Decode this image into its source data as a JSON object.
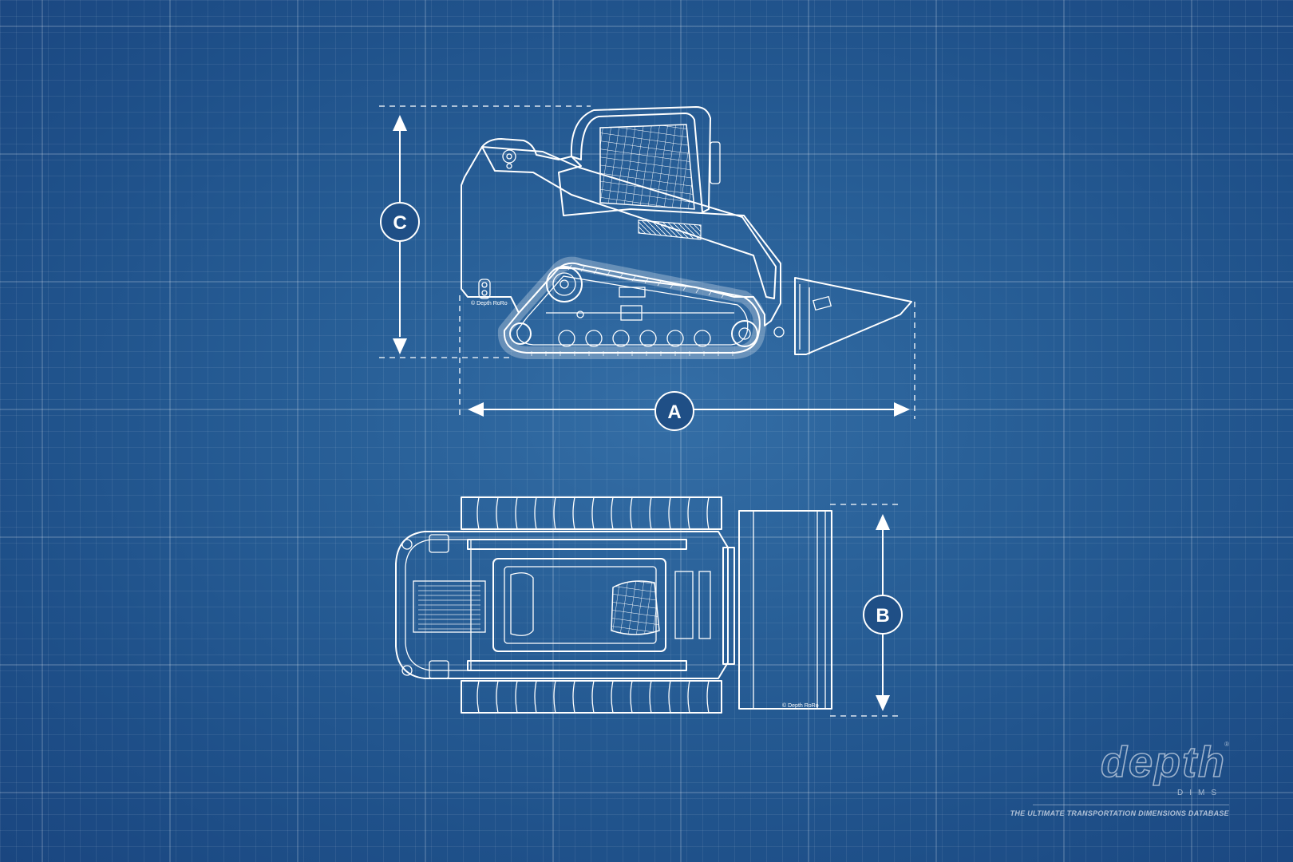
{
  "dimensions": {
    "length_label": "A",
    "width_label": "B",
    "height_label": "C"
  },
  "watermarks": {
    "side_view": "© Depth RoRo",
    "top_view": "© Depth RoRo"
  },
  "logo": {
    "wordmark": "depth",
    "registered": "®",
    "subtitle": "DIMS",
    "tagline": "THE ULTIMATE TRANSPORTATION DIMENSIONS DATABASE"
  },
  "colors": {
    "background": "#285f97",
    "line": "#ffffff",
    "logo": "#c8d4e4"
  }
}
